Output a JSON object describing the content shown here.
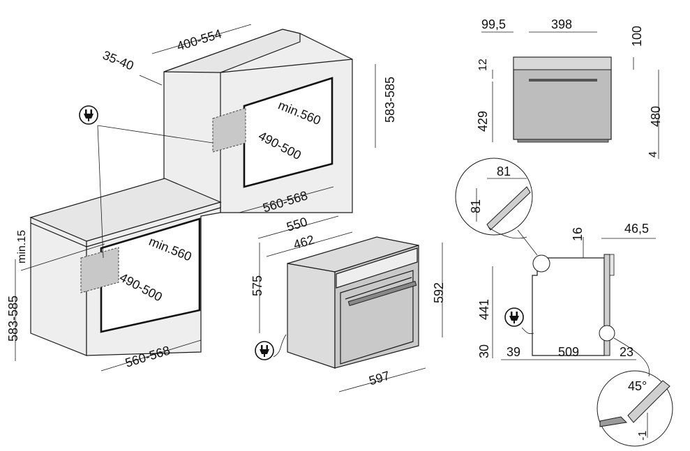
{
  "kitchen_view": {
    "col_depth": "400-554",
    "col_offset": "35-40",
    "col_width": "560-568",
    "col_height": "583-585",
    "col_niche_depth": "min.560",
    "col_niche_inner": "490-500",
    "under_top_gap": "min.15",
    "under_height": "583-585",
    "under_niche_depth": "min.560",
    "under_niche_inner": "490-500",
    "under_width": "560-568"
  },
  "oven_iso": {
    "depth_total": "550",
    "depth_body": "462",
    "body_height": "575",
    "front_height": "592",
    "front_width": "597"
  },
  "side_view": {
    "d_995": "99,5",
    "d_398": "398",
    "d_100": "100",
    "d_12": "12",
    "d_429": "429",
    "d_480": "480",
    "d_4": "4"
  },
  "top_view": {
    "d_16": "16",
    "d_465": "46,5",
    "d_441": "441",
    "d_30": "30",
    "d_39": "39",
    "d_509": "509",
    "d_23": "23"
  },
  "detail_top": {
    "d_81h": "81",
    "d_81v": "81"
  },
  "detail_bottom": {
    "angle": "45°",
    "offset": "-1"
  },
  "icons": [
    "plug-icon",
    "plug-icon",
    "plug-icon"
  ]
}
